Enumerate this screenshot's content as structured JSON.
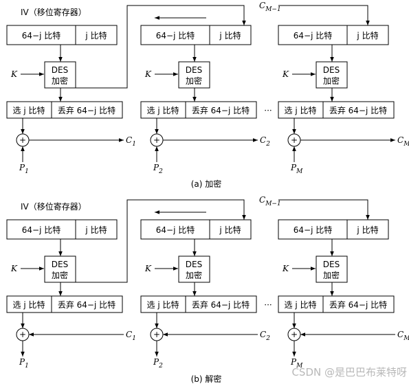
{
  "labels": {
    "iv": "IV（移位寄存器）",
    "reg_left": "64−j 比特",
    "reg_right": "j 比特",
    "key": "K",
    "des_line1": "DES",
    "des_line2": "加密",
    "select": "选 j 比特",
    "discard": "丢弃 64−j 比特",
    "dots": "···",
    "xor": "+",
    "c_m_minus_1": "C",
    "c_m_minus_1_sub": "M−1",
    "c": "C",
    "p": "P",
    "sub": [
      "1",
      "2",
      "M"
    ]
  },
  "captions": {
    "encrypt": "(a)  加密",
    "decrypt": "(b)  解密"
  },
  "watermark": "CSDN @是巴巴布莱特呀"
}
